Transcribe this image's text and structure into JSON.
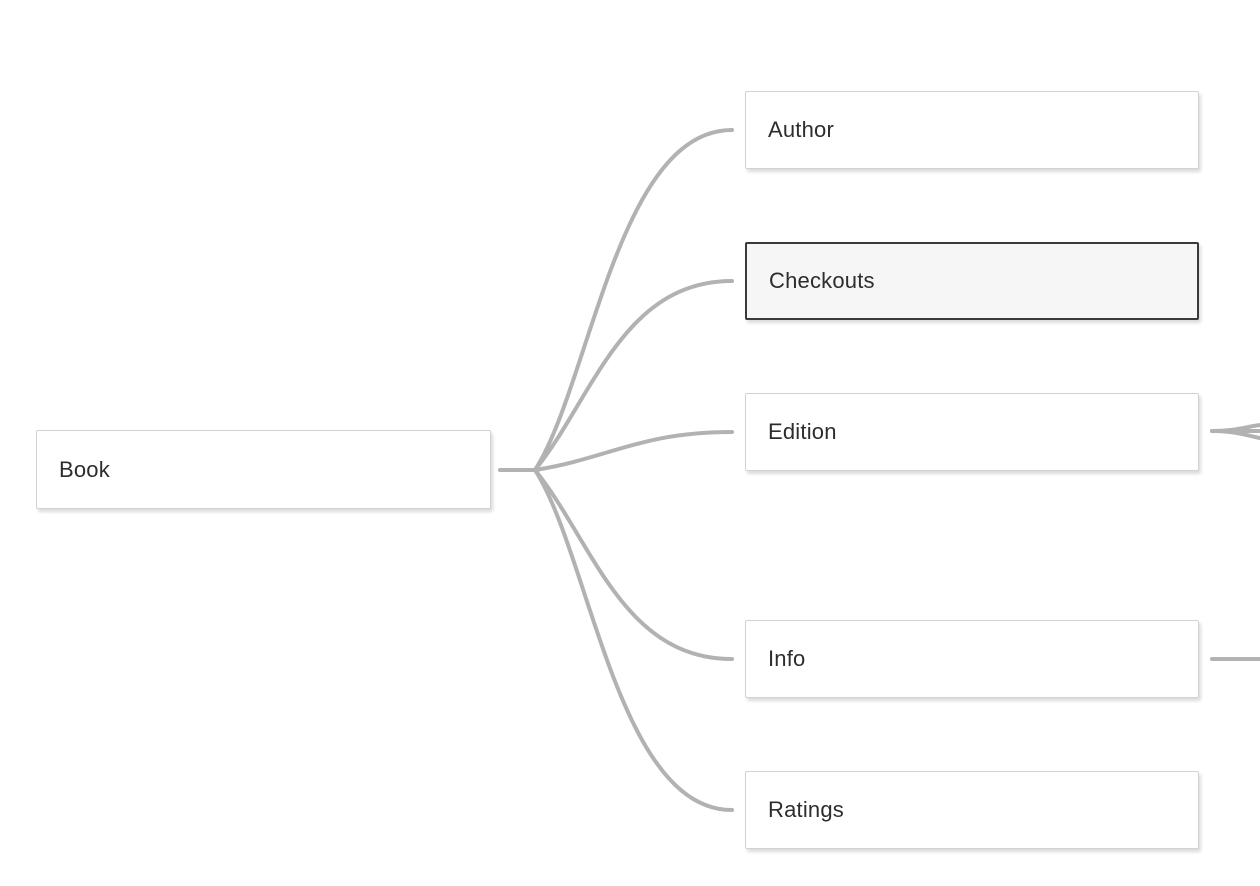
{
  "diagram": {
    "type": "mindmap-tree",
    "root": {
      "label": "Book",
      "selected": false
    },
    "children": [
      {
        "label": "Author",
        "selected": false,
        "has_offscreen_children": false
      },
      {
        "label": "Checkouts",
        "selected": true,
        "has_offscreen_children": false
      },
      {
        "label": "Edition",
        "selected": false,
        "has_offscreen_children": true
      },
      {
        "label": "Info",
        "selected": false,
        "has_offscreen_children": true
      },
      {
        "label": "Ratings",
        "selected": false,
        "has_offscreen_children": false
      }
    ]
  },
  "colors": {
    "edge": "#b2b2b2",
    "node_border": "#d2d2d2",
    "node_bg": "#ffffff",
    "node_text": "#2d2d2d",
    "selected_border": "#3a3a3a",
    "selected_bg": "#f6f6f6",
    "canvas_bg": "#ffffff"
  }
}
